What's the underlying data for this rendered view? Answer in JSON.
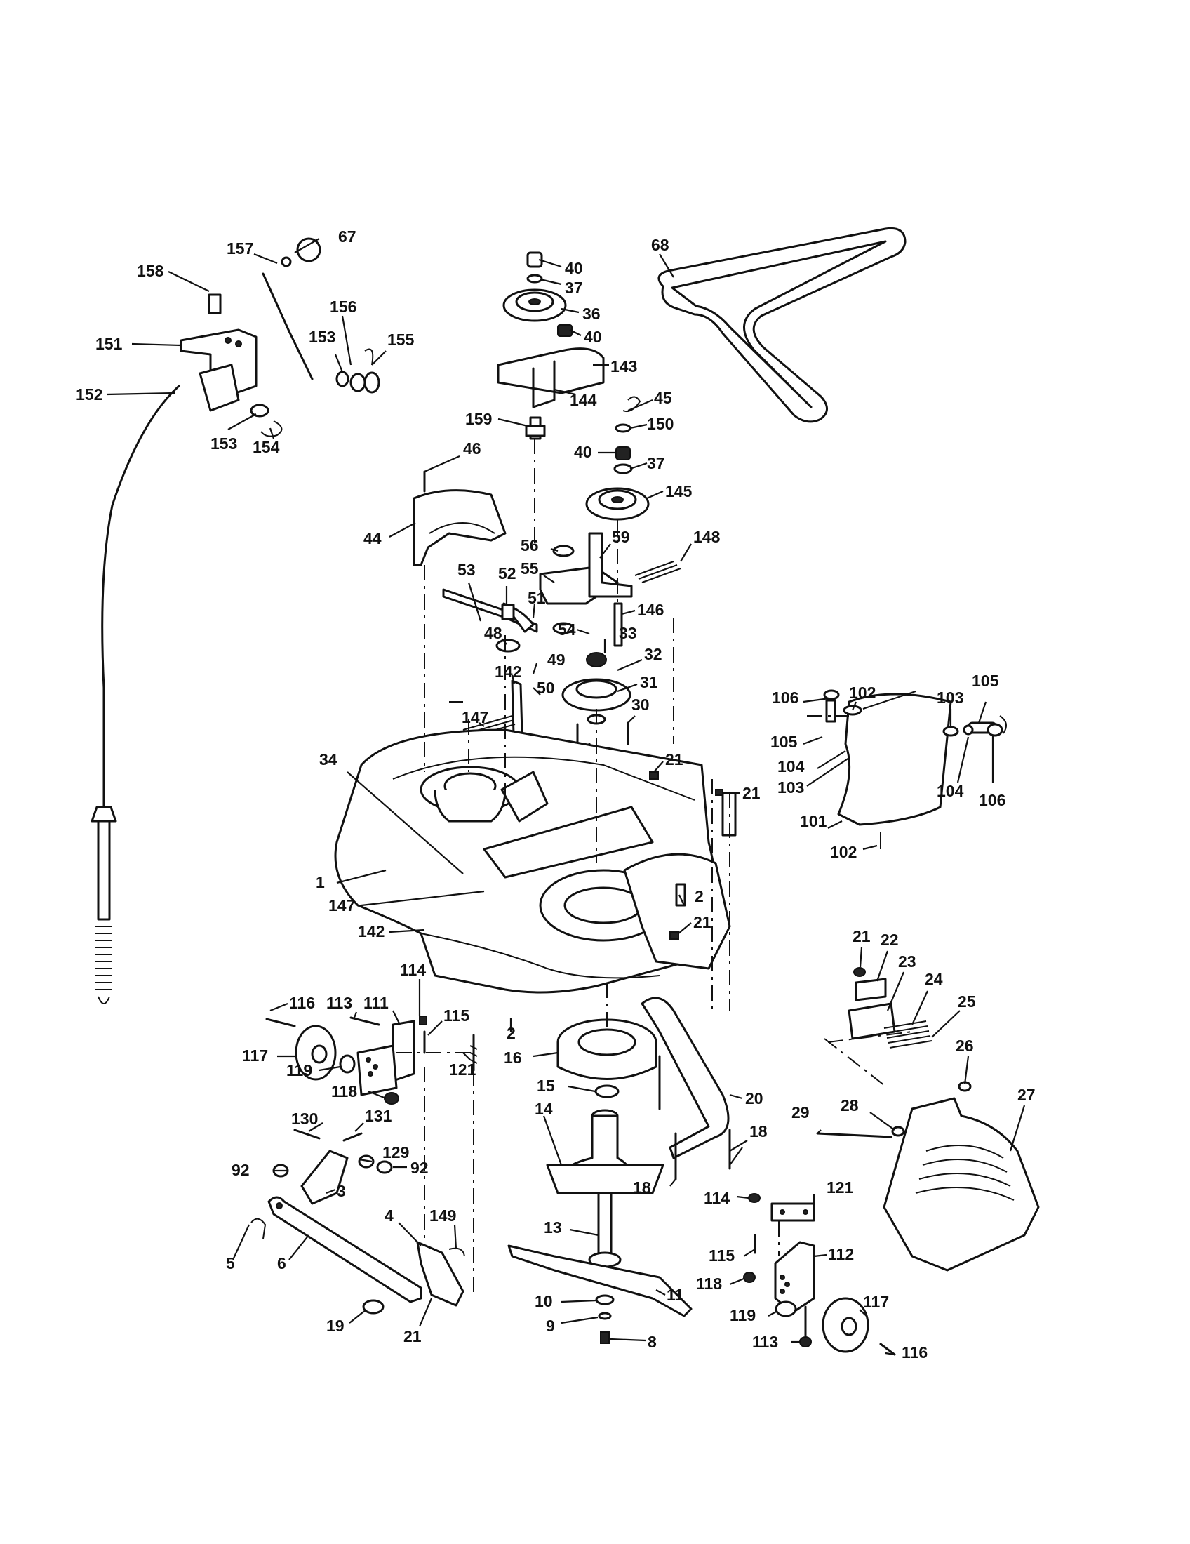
{
  "callouts": [
    {
      "id": "c68",
      "text": "68"
    },
    {
      "id": "c40a",
      "text": "40"
    },
    {
      "id": "c37a",
      "text": "37"
    },
    {
      "id": "c36",
      "text": "36"
    },
    {
      "id": "c40b",
      "text": "40"
    },
    {
      "id": "c143",
      "text": "143"
    },
    {
      "id": "c144",
      "text": "144"
    },
    {
      "id": "c159",
      "text": "159"
    },
    {
      "id": "c45",
      "text": "45"
    },
    {
      "id": "c150",
      "text": "150"
    },
    {
      "id": "c40c",
      "text": "40"
    },
    {
      "id": "c37b",
      "text": "37"
    },
    {
      "id": "c145",
      "text": "145"
    },
    {
      "id": "c67",
      "text": "67"
    },
    {
      "id": "c157",
      "text": "157"
    },
    {
      "id": "c158",
      "text": "158"
    },
    {
      "id": "c156",
      "text": "156"
    },
    {
      "id": "c151",
      "text": "151"
    },
    {
      "id": "c153a",
      "text": "153"
    },
    {
      "id": "c155",
      "text": "155"
    },
    {
      "id": "c152",
      "text": "152"
    },
    {
      "id": "c153b",
      "text": "153"
    },
    {
      "id": "c154",
      "text": "154"
    },
    {
      "id": "c46",
      "text": "46"
    },
    {
      "id": "c44",
      "text": "44"
    },
    {
      "id": "c56",
      "text": "56"
    },
    {
      "id": "c59",
      "text": "59"
    },
    {
      "id": "c148",
      "text": "148"
    },
    {
      "id": "c55",
      "text": "55"
    },
    {
      "id": "c53",
      "text": "53"
    },
    {
      "id": "c52",
      "text": "52"
    },
    {
      "id": "c51",
      "text": "51"
    },
    {
      "id": "c146",
      "text": "146"
    },
    {
      "id": "c54",
      "text": "54"
    },
    {
      "id": "c33",
      "text": "33"
    },
    {
      "id": "c48",
      "text": "48"
    },
    {
      "id": "c49",
      "text": "49"
    },
    {
      "id": "c32",
      "text": "32"
    },
    {
      "id": "c50",
      "text": "50"
    },
    {
      "id": "c31",
      "text": "31"
    },
    {
      "id": "c142a",
      "text": "142"
    },
    {
      "id": "c147a",
      "text": "147"
    },
    {
      "id": "c30",
      "text": "30"
    },
    {
      "id": "c21a",
      "text": "21"
    },
    {
      "id": "c21b",
      "text": "21"
    },
    {
      "id": "c34",
      "text": "34"
    },
    {
      "id": "c106a",
      "text": "106"
    },
    {
      "id": "c105a",
      "text": "105"
    },
    {
      "id": "c102a",
      "text": "102"
    },
    {
      "id": "c103a",
      "text": "103"
    },
    {
      "id": "c105b",
      "text": "105"
    },
    {
      "id": "c104a",
      "text": "104"
    },
    {
      "id": "c103b",
      "text": "103"
    },
    {
      "id": "c104b",
      "text": "104"
    },
    {
      "id": "c106b",
      "text": "106"
    },
    {
      "id": "c101",
      "text": "101"
    },
    {
      "id": "c102b",
      "text": "102"
    },
    {
      "id": "c1",
      "text": "1"
    },
    {
      "id": "c147b",
      "text": "147"
    },
    {
      "id": "c2a",
      "text": "2"
    },
    {
      "id": "c21c",
      "text": "21"
    },
    {
      "id": "c142b",
      "text": "142"
    },
    {
      "id": "c21d",
      "text": "21"
    },
    {
      "id": "c22",
      "text": "22"
    },
    {
      "id": "c23",
      "text": "23"
    },
    {
      "id": "c24",
      "text": "24"
    },
    {
      "id": "c25",
      "text": "25"
    },
    {
      "id": "c26",
      "text": "26"
    },
    {
      "id": "c116a",
      "text": "116"
    },
    {
      "id": "c113a",
      "text": "113"
    },
    {
      "id": "c111",
      "text": "111"
    },
    {
      "id": "c114a",
      "text": "114"
    },
    {
      "id": "c115a",
      "text": "115"
    },
    {
      "id": "c2b",
      "text": "2"
    },
    {
      "id": "c117a",
      "text": "117"
    },
    {
      "id": "c119a",
      "text": "119"
    },
    {
      "id": "c121a",
      "text": "121"
    },
    {
      "id": "c16",
      "text": "16"
    },
    {
      "id": "c118a",
      "text": "118"
    },
    {
      "id": "c15",
      "text": "15"
    },
    {
      "id": "c20",
      "text": "20"
    },
    {
      "id": "c28",
      "text": "28"
    },
    {
      "id": "c27",
      "text": "27"
    },
    {
      "id": "c29",
      "text": "29"
    },
    {
      "id": "c130",
      "text": "130"
    },
    {
      "id": "c131",
      "text": "131"
    },
    {
      "id": "c14",
      "text": "14"
    },
    {
      "id": "c18a",
      "text": "18"
    },
    {
      "id": "c129",
      "text": "129"
    },
    {
      "id": "c92a",
      "text": "92"
    },
    {
      "id": "c92b",
      "text": "92"
    },
    {
      "id": "c3",
      "text": "3"
    },
    {
      "id": "c18b",
      "text": "18"
    },
    {
      "id": "c121b",
      "text": "121"
    },
    {
      "id": "c114b",
      "text": "114"
    },
    {
      "id": "c4",
      "text": "4"
    },
    {
      "id": "c149",
      "text": "149"
    },
    {
      "id": "c13",
      "text": "13"
    },
    {
      "id": "c112",
      "text": "112"
    },
    {
      "id": "c115b",
      "text": "115"
    },
    {
      "id": "c5",
      "text": "5"
    },
    {
      "id": "c6",
      "text": "6"
    },
    {
      "id": "c11",
      "text": "11"
    },
    {
      "id": "c118b",
      "text": "118"
    },
    {
      "id": "c117b",
      "text": "117"
    },
    {
      "id": "c10",
      "text": "10"
    },
    {
      "id": "c119b",
      "text": "119"
    },
    {
      "id": "c21e",
      "text": "21"
    },
    {
      "id": "c19",
      "text": "19"
    },
    {
      "id": "c9",
      "text": "9"
    },
    {
      "id": "c116b",
      "text": "116"
    },
    {
      "id": "c8",
      "text": "8"
    },
    {
      "id": "c113b",
      "text": "113"
    }
  ]
}
